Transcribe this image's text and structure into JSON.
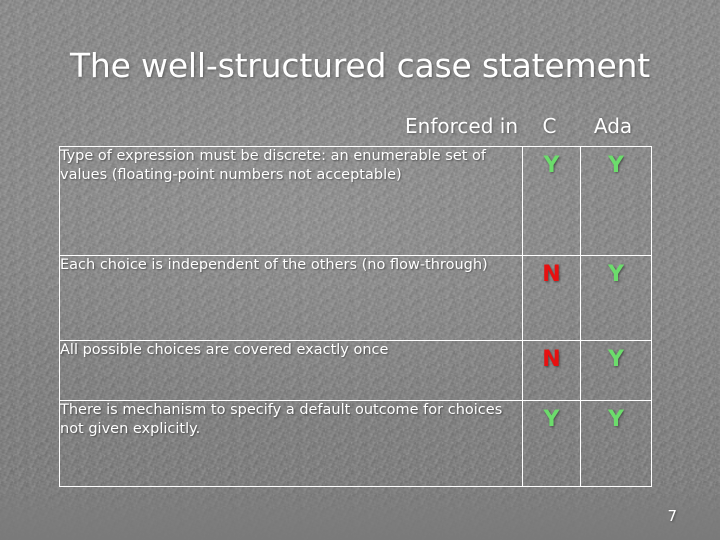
{
  "slide": {
    "title": "The well-structured case statement",
    "page_number": "7",
    "background_color": "#8a8a8a",
    "title_color": "#ffffff"
  },
  "table": {
    "headers": {
      "description": "Enforced in",
      "columns": [
        "C",
        "Ada"
      ]
    },
    "colors": {
      "yes": "#6cdc6c",
      "no": "#e81010",
      "border": "#ffffff",
      "text": "#ffffff"
    },
    "rows": [
      {
        "description": "Type of expression must be discrete: an enumerable set of values  (floating-point numbers not acceptable)",
        "c": "Y",
        "ada": "Y"
      },
      {
        "description": "Each choice is independent of the others (no flow-through)",
        "c": "N",
        "ada": "Y"
      },
      {
        "description": "All possible choices are covered exactly once",
        "c": "N",
        "ada": "Y"
      },
      {
        "description": "There is mechanism to specify a default outcome for choices not given explicitly.",
        "c": "Y",
        "ada": "Y"
      }
    ]
  }
}
